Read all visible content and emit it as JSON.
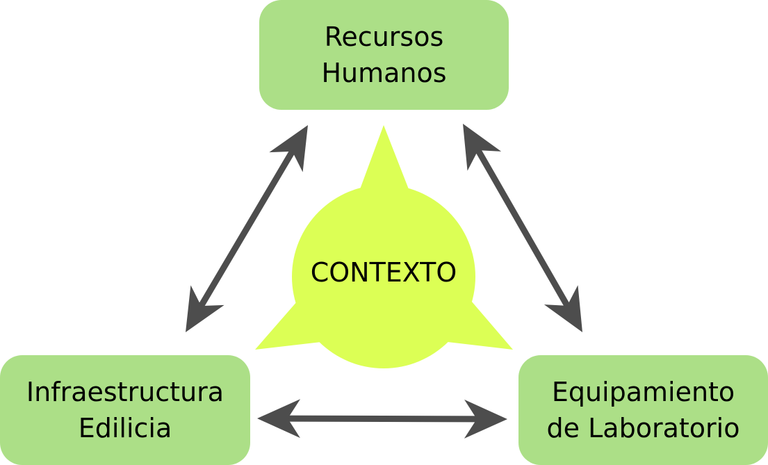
{
  "nodes": {
    "top": {
      "line1": "Recursos",
      "line2": "Humanos"
    },
    "left": {
      "line1": "Infraestructura",
      "line2": "Edilicia"
    },
    "right": {
      "line1": "Equipamiento",
      "line2": "de Laboratorio"
    },
    "center": {
      "label": "CONTEXTO"
    }
  },
  "colors": {
    "box": "#acdf87",
    "center": "#dcff55",
    "arrow": "#4d4d4d"
  }
}
